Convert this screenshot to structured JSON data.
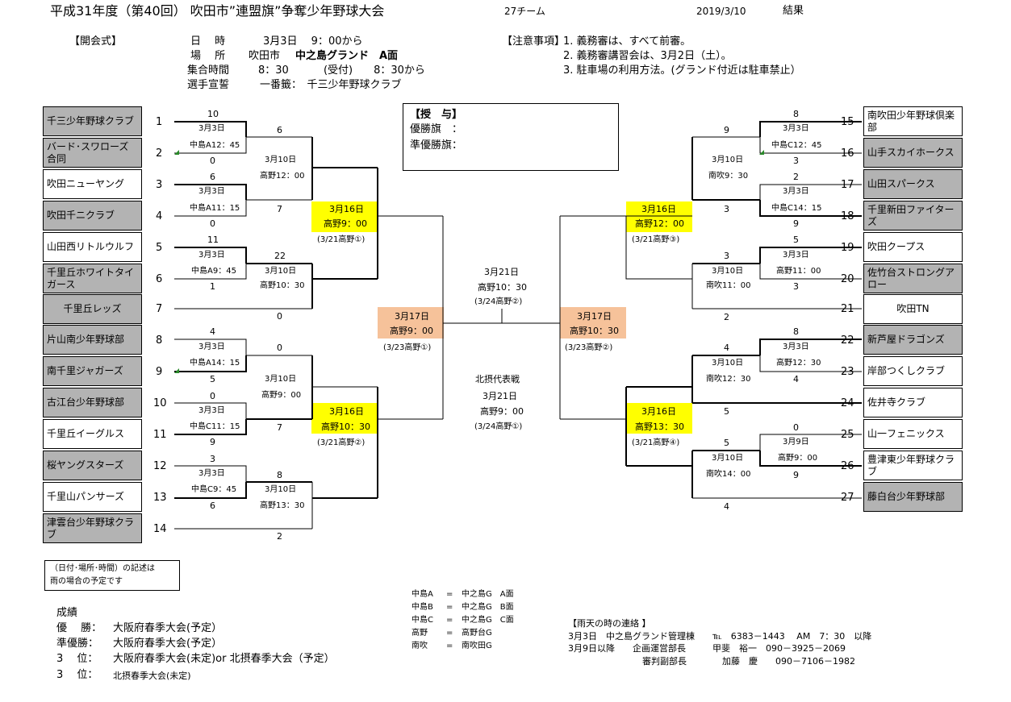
{
  "header": {
    "title": "平成31年度（第40回）  吹田市”連盟旗”争奪少年野球大会",
    "teams_count": "27チーム",
    "date": "2019/3/10",
    "status": "結果"
  },
  "opening": {
    "label": "【開会式】",
    "rows": [
      {
        "k": "日　 時",
        "v": "3月3日　 9：00から"
      },
      {
        "k": "場　 所",
        "v": "吹田市"
      },
      {
        "k": "集合時間",
        "v": "8：30　　　 (受付)　　8：30から"
      },
      {
        "k": "選手宣誓",
        "v": "一番籤：　千三少年野球クラブ"
      }
    ],
    "venue_bold": "中之島グランド　A面"
  },
  "notes": {
    "label": "【注意事項】",
    "items": [
      "1. 義務審は、すべて前審。",
      "2. 義務審講習会は、3月2日（土）。",
      "3. 駐車場の利用方法。(グランド付近は駐車禁止）"
    ]
  },
  "award": {
    "title": "【授　与】",
    "winner": "優勝旗　：",
    "runner": "準優勝旗："
  },
  "teams_left": [
    {
      "n": "1",
      "name": "千三少年野球クラブ"
    },
    {
      "n": "2",
      "name": "バード･スワローズ合同"
    },
    {
      "n": "3",
      "name": "吹田ニューヤング"
    },
    {
      "n": "4",
      "name": "吹田千ニクラブ"
    },
    {
      "n": "5",
      "name": "山田西リトルウルフ"
    },
    {
      "n": "6",
      "name": "千里丘ホワイトタイガース"
    },
    {
      "n": "7",
      "name": "千里丘レッズ"
    },
    {
      "n": "8",
      "name": "片山南少年野球部"
    },
    {
      "n": "9",
      "name": "南千里ジャガーズ"
    },
    {
      "n": "10",
      "name": "古江台少年野球部"
    },
    {
      "n": "11",
      "name": "千里丘イーグルス"
    },
    {
      "n": "12",
      "name": "桜ヤングスターズ"
    },
    {
      "n": "13",
      "name": "千里山パンサーズ"
    },
    {
      "n": "14",
      "name": "津雲台少年野球クラブ"
    }
  ],
  "teams_right": [
    {
      "n": "15",
      "name": "南吹田少年野球倶楽部"
    },
    {
      "n": "16",
      "name": "山手スカイホークス"
    },
    {
      "n": "17",
      "name": "山田スパークス"
    },
    {
      "n": "18",
      "name": "千里新田ファイターズ"
    },
    {
      "n": "19",
      "name": "吹田クープス"
    },
    {
      "n": "20",
      "name": "佐竹台ストロングアロー"
    },
    {
      "n": "21",
      "name": "吹田TN"
    },
    {
      "n": "22",
      "name": "新芦屋ドラゴンズ"
    },
    {
      "n": "23",
      "name": "岸部つくしクラブ"
    },
    {
      "n": "24",
      "name": "佐井寺クラブ"
    },
    {
      "n": "25",
      "name": "山一フェニックス"
    },
    {
      "n": "26",
      "name": "豊津東少年野球クラブ"
    },
    {
      "n": "27",
      "name": "藤白台少年野球部"
    }
  ],
  "scores": {
    "l1": "10",
    "l2": "0",
    "l3": "6",
    "l4": "0",
    "l5": "11",
    "l6": "1",
    "l8": "4",
    "l9": "5",
    "l10": "0",
    "l11": "9",
    "l12": "3",
    "l13": "6",
    "l12r": "6",
    "l34r": "7",
    "l56r": "22",
    "l6r": "0",
    "l56b": "0",
    "l89r": "0",
    "l1011r": "7",
    "l1213r": "8",
    "l14r": "2",
    "r15": "8",
    "r16": "3",
    "r17": "2",
    "r18": "9",
    "r19": "5",
    "r20": "3",
    "r22": "8",
    "r23": "4",
    "r25": "0",
    "r26": "9",
    "r1516": "9",
    "r1718": "3",
    "r1920": "3",
    "r21": "2",
    "r2223": "4",
    "r24": "5",
    "r2526": "5",
    "r27": "4"
  },
  "games": {
    "g12d": "3月3日",
    "g12v": "中島A12：45",
    "g34d": "3月3日",
    "g34v": "中島A11：15",
    "g56d": "3月3日",
    "g56v": "中島A9：45",
    "g89d": "3月3日",
    "g89v": "中島A14：15",
    "g1011d": "3月3日",
    "g1011v": "中島C11：15",
    "g1213d": "3月3日",
    "g1213v": "中島C9：45",
    "q1d": "3月10日",
    "q1v": "高野12：00",
    "q2d": "3月10日",
    "q2v": "高野10：30",
    "q3d": "3月10日",
    "q3v": "高野9：00",
    "q4d": "3月10日",
    "q4v": "高野13：30",
    "s1d": "3月16日",
    "s1v": "高野9：00",
    "s1rain": "(3/21高野①)",
    "s2d": "3月16日",
    "s2v": "高野10：30",
    "s2rain": "(3/21高野②)",
    "f1d": "3月17日",
    "f1v": "高野9：00",
    "f1rain": "(3/23高野①)",
    "r1516d": "3月3日",
    "r1516v": "中島C12：45",
    "r1718d": "3月3日",
    "r1718v": "中島C14：15",
    "r1920d": "3月3日",
    "r1920v": "高野11：00",
    "r2223d": "3月3日",
    "r2223v": "高野12：30",
    "r2526d": "3月9日",
    "r2526v": "高野9：00",
    "rq1d": "3月10日",
    "rq1v": "南吹9：30",
    "rq2d": "3月10日",
    "rq2v": "南吹11：00",
    "rq3d": "3月10日",
    "rq3v": "南吹12：30",
    "rq4d": "3月10日",
    "rq4v": "南吹14：00",
    "rs1d": "3月16日",
    "rs1v": "高野12：00",
    "rs1rain": "(3/21高野③)",
    "rs2d": "3月16日",
    "rs2v": "高野13：30",
    "rs2rain": "(3/21高野④)",
    "rf1d": "3月17日",
    "rf1v": "高野10：30",
    "rf1rain": "(3/23高野②)",
    "finald": "3月21日",
    "finalv": "高野10：30",
    "finalrain": "(3/24高野②)",
    "hokusetsu": "北摂代表戦",
    "hkd": "3月21日",
    "hkv": "高野9：00",
    "hkrain": "(3/24高野①)"
  },
  "rain_note": [
    "（日付･場所･時間）の記述は",
    "雨の場合の予定です"
  ],
  "results": {
    "title": "成績",
    "rows": [
      {
        "k": "優　 勝：",
        "v": "大阪府春季大会(予定）"
      },
      {
        "k": "準優勝：",
        "v": "大阪府春季大会(予定）"
      },
      {
        "k": "3　 位：",
        "v": "大阪府春季大会(未定)or  北摂春季大会（予定）"
      },
      {
        "k": "3　 位：",
        "v": "北摂春季大会(未定)"
      }
    ]
  },
  "legend": [
    {
      "a": "中島A",
      "b": "中之島G　A面"
    },
    {
      "a": "中島B",
      "b": "中之島G　B面"
    },
    {
      "a": "中島C",
      "b": "中之島G　C面"
    },
    {
      "a": "高野",
      "b": "高野台G"
    },
    {
      "a": "南吹",
      "b": "南吹田G"
    }
  ],
  "rain_contact": {
    "title": "【雨天の時の連絡 】",
    "l1": "3月3日　中之島グランド管理棟　　℡　6383－1443　 AM　7：30　以降",
    "l2": "3月9日以降　　企画運営部長　　　甲斐　裕一　090－3925－2069",
    "l3": "審判副部長　　　　加藤　慶　　090－7106－1982"
  }
}
